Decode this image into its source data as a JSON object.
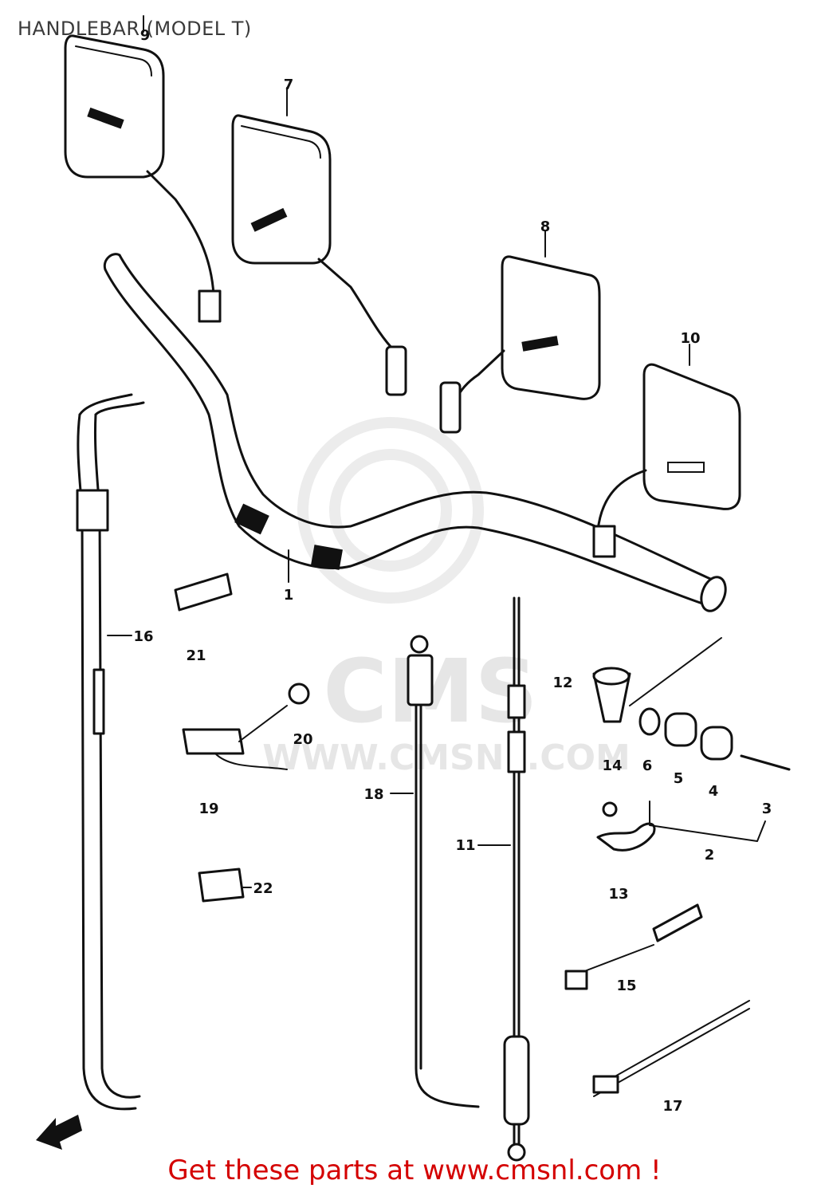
{
  "title": "HANDLEBAR (MODEL T)",
  "footer": "Get these parts at www.cmsnl.com !",
  "watermark": {
    "logo": "CMS",
    "url": "WWW.CMSNL.COM"
  },
  "callouts": [
    {
      "id": "1",
      "label": "1"
    },
    {
      "id": "2",
      "label": "2"
    },
    {
      "id": "3",
      "label": "3"
    },
    {
      "id": "4",
      "label": "4"
    },
    {
      "id": "5",
      "label": "5"
    },
    {
      "id": "6",
      "label": "6"
    },
    {
      "id": "7",
      "label": "7"
    },
    {
      "id": "8",
      "label": "8"
    },
    {
      "id": "9",
      "label": "9"
    },
    {
      "id": "10",
      "label": "10"
    },
    {
      "id": "11",
      "label": "11"
    },
    {
      "id": "12",
      "label": "12"
    },
    {
      "id": "13",
      "label": "13"
    },
    {
      "id": "14",
      "label": "14"
    },
    {
      "id": "15",
      "label": "15"
    },
    {
      "id": "16",
      "label": "16"
    },
    {
      "id": "17",
      "label": "17"
    },
    {
      "id": "18",
      "label": "18"
    },
    {
      "id": "19",
      "label": "19"
    },
    {
      "id": "20",
      "label": "20"
    },
    {
      "id": "21",
      "label": "21"
    },
    {
      "id": "22",
      "label": "22"
    }
  ]
}
